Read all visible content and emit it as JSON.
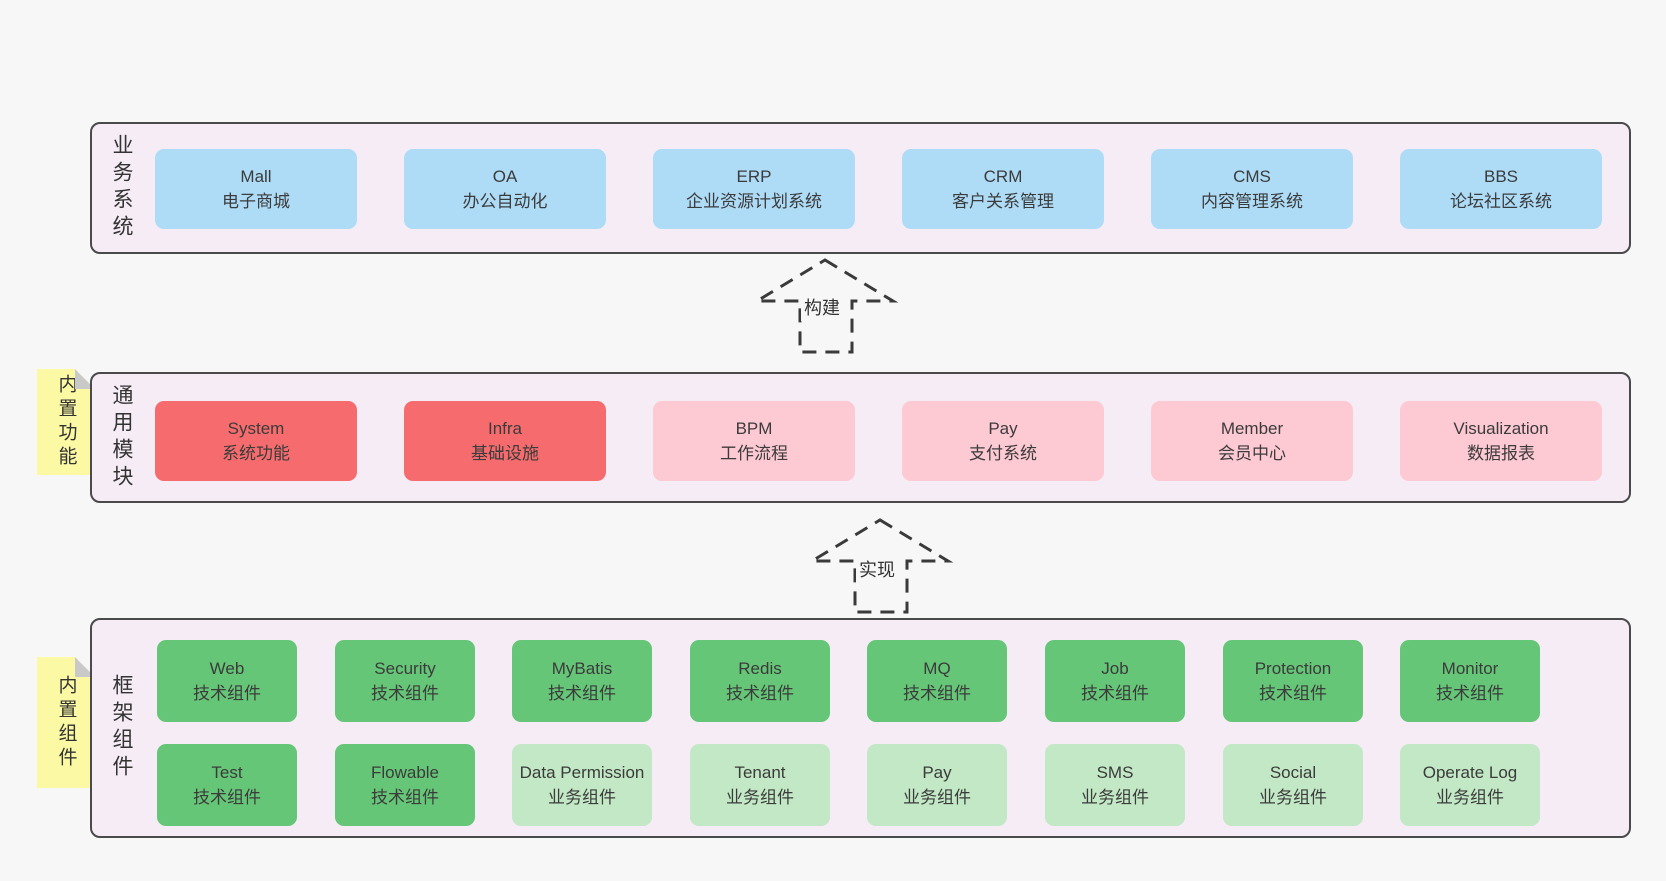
{
  "business": {
    "label": "业务系统",
    "items": [
      {
        "name": "Mall",
        "desc": "电子商城"
      },
      {
        "name": "OA",
        "desc": "办公自动化"
      },
      {
        "name": "ERP",
        "desc": "企业资源计划系统"
      },
      {
        "name": "CRM",
        "desc": "客户关系管理"
      },
      {
        "name": "CMS",
        "desc": "内容管理系统"
      },
      {
        "name": "BBS",
        "desc": "论坛社区系统"
      }
    ]
  },
  "modules": {
    "label": "通用模块",
    "side_tab": "内置功能",
    "items": [
      {
        "name": "System",
        "desc": "系统功能"
      },
      {
        "name": "Infra",
        "desc": "基础设施"
      },
      {
        "name": "BPM",
        "desc": "工作流程"
      },
      {
        "name": "Pay",
        "desc": "支付系统"
      },
      {
        "name": "Member",
        "desc": "会员中心"
      },
      {
        "name": "Visualization",
        "desc": "数据报表"
      }
    ]
  },
  "framework": {
    "label": "框架组件",
    "side_tab": "内置组件",
    "row1": [
      {
        "name": "Web",
        "desc": "技术组件"
      },
      {
        "name": "Security",
        "desc": "技术组件"
      },
      {
        "name": "MyBatis",
        "desc": "技术组件"
      },
      {
        "name": "Redis",
        "desc": "技术组件"
      },
      {
        "name": "MQ",
        "desc": "技术组件"
      },
      {
        "name": "Job",
        "desc": "技术组件"
      },
      {
        "name": "Protection",
        "desc": "技术组件"
      },
      {
        "name": "Monitor",
        "desc": "技术组件"
      }
    ],
    "row2": [
      {
        "name": "Test",
        "desc": "技术组件"
      },
      {
        "name": "Flowable",
        "desc": "技术组件"
      },
      {
        "name": "Data Permission",
        "desc": "业务组件"
      },
      {
        "name": "Tenant",
        "desc": "业务组件"
      },
      {
        "name": "Pay",
        "desc": "业务组件"
      },
      {
        "name": "SMS",
        "desc": "业务组件"
      },
      {
        "name": "Social",
        "desc": "业务组件"
      },
      {
        "name": "Operate Log",
        "desc": "业务组件"
      }
    ]
  },
  "arrows": {
    "build": "构建",
    "implement": "实现"
  },
  "colors": {
    "page_bg": "#f7f7f7",
    "panel_bg": "#f6ecf6",
    "panel_border": "#4a4a4a",
    "blue": "#aedcf7",
    "red": "#f66c6e",
    "pink": "#fdc9d3",
    "green": "#66c678",
    "light_green": "#c2e8c5",
    "tab_yellow": "#fbf9a3",
    "fold_gray": "#c9c9c9",
    "text": "#3b3b3b"
  }
}
